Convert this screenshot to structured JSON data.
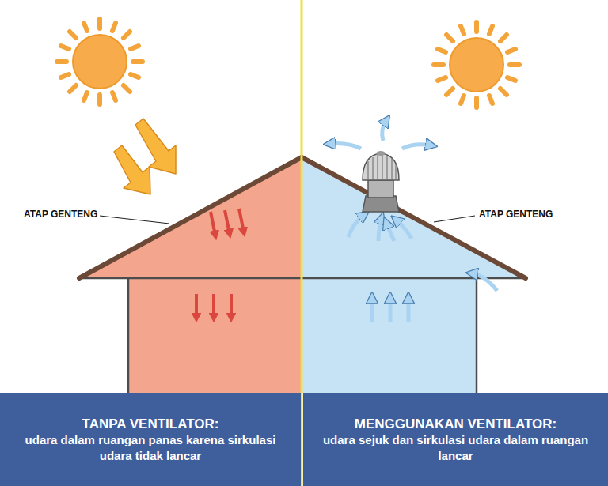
{
  "diagram": {
    "nodes": [
      {
        "text": [
          "TANPA VENTILATOR:",
          "udara dalam ruangan panas karena sirkulasi udara tidak lancar"
        ]
      },
      {
        "text": [
          "MENGGUNAKAN VENTILATOR:",
          "udara sejuk dan sirkulasi udara dalam ruangan lancar"
        ]
      }
    ],
    "edges": [],
    "labels": [
      "ATAP GENTENG",
      "ATAP GENTENG"
    ]
  }
}
